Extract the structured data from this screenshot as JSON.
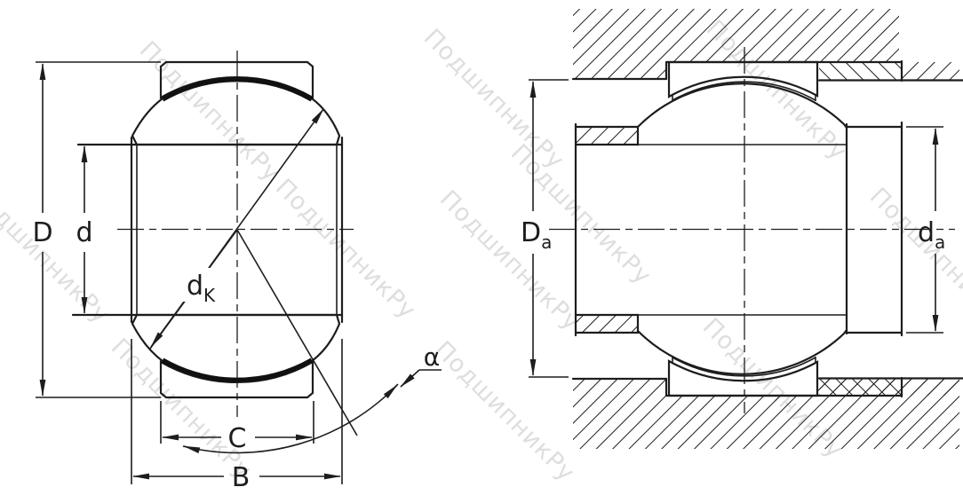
{
  "figure": {
    "type": "engineering-drawing",
    "subject": "Spherical plain bearing: cross-section view and mounted arrangement view",
    "background_color": "#ffffff",
    "line_color": "#1d1d1d",
    "contact_arc_color": "#111111"
  },
  "watermark": {
    "text": "ПодшипникРу",
    "color": "#cbcbcb",
    "rotation_deg": 45
  },
  "views": {
    "left": {
      "name": "bearing cross-section",
      "labels": {
        "outer_diameter": "D",
        "bore_diameter": "d",
        "sphere_diameter_main": "d",
        "sphere_diameter_sub": "K",
        "outer_ring_width": "C",
        "inner_ring_width": "B",
        "tilt_angle": "α"
      }
    },
    "right": {
      "name": "mounted bearing with housing and shaft abutments",
      "labels": {
        "housing_abutment_main": "D",
        "housing_abutment_sub": "a",
        "shaft_abutment_main": "d",
        "shaft_abutment_sub": "a"
      }
    }
  }
}
